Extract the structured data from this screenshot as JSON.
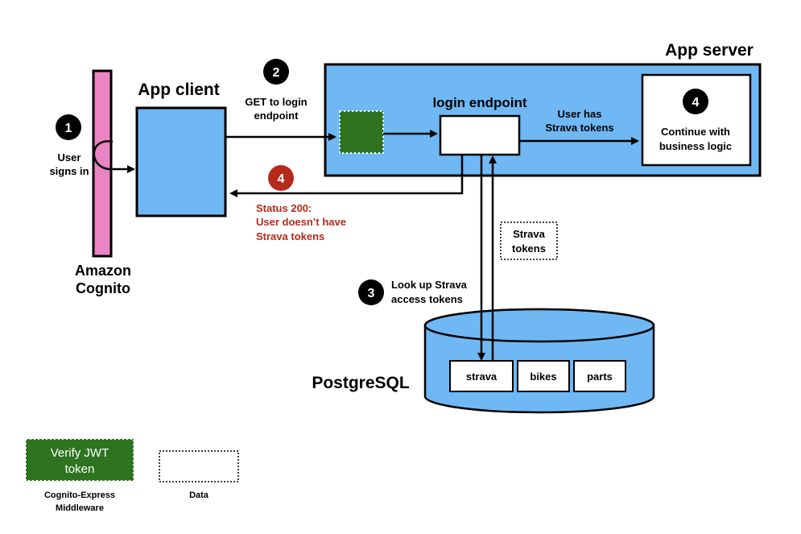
{
  "colors": {
    "blue": "#6fb8f4",
    "pink": "#ea84c2",
    "green": "#2e7420",
    "red": "#b52a1a",
    "black": "#000000",
    "white": "#ffffff"
  },
  "cognito": {
    "line1": "Amazon",
    "line2": "Cognito"
  },
  "app_client": {
    "title": "App client"
  },
  "app_server": {
    "title": "App server"
  },
  "login_endpoint": {
    "title": "login endpoint"
  },
  "database": {
    "title": "PostgreSQL",
    "tables": [
      "strava",
      "bikes",
      "parts"
    ]
  },
  "steps": {
    "s1": {
      "number": "1",
      "line1": "User",
      "line2": "signs in"
    },
    "s2": {
      "number": "2",
      "line1": "GET to login",
      "line2": "endpoint"
    },
    "s3": {
      "number": "3",
      "line1": "Look up Strava",
      "line2": "access  tokens"
    },
    "s4_server": {
      "number": "4",
      "line1": "Continue with",
      "line2": "business logic"
    },
    "s4_client": {
      "number": "4",
      "line1": "Status 200:",
      "line2": "User doesn’t have",
      "line3": "Strava tokens"
    }
  },
  "arrow_labels": {
    "has_tokens_1": "User has",
    "has_tokens_2": "Strava tokens"
  },
  "data_box": {
    "line1": "Strava",
    "line2": "tokens"
  },
  "legend": {
    "middleware_box_1": "Verify JWT",
    "middleware_box_2": "token",
    "middleware_label_1": "Cognito-Express",
    "middleware_label_2": "Middleware",
    "data_label": "Data"
  }
}
